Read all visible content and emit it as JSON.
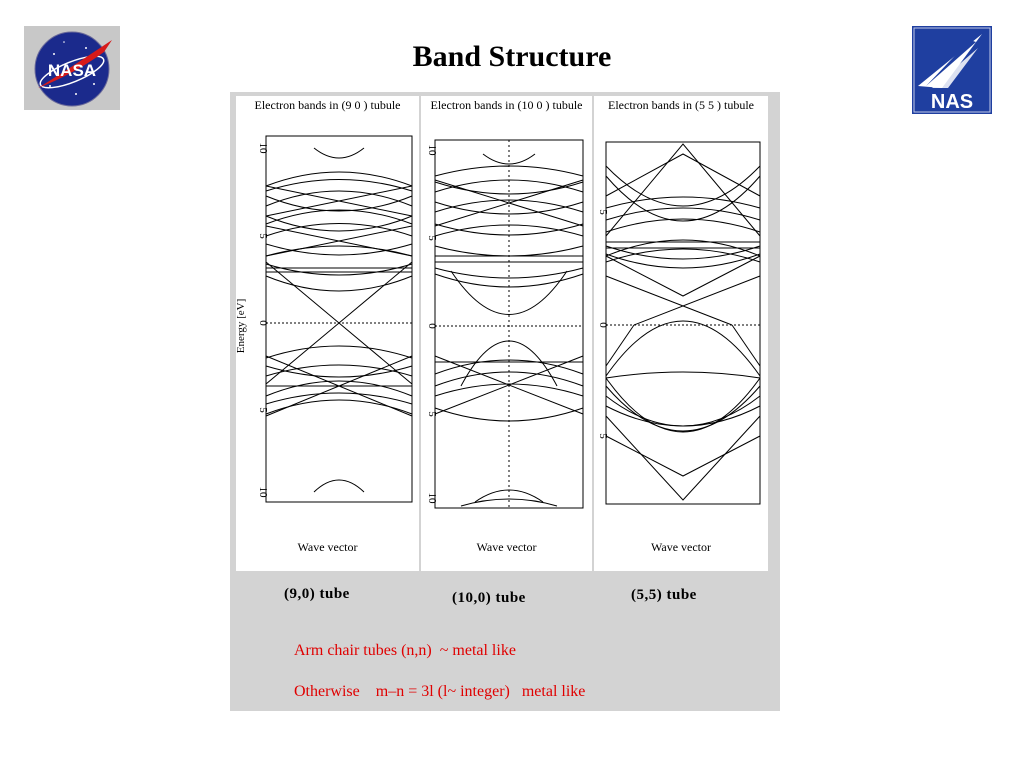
{
  "title": "Band Structure",
  "logos": {
    "left": "NASA",
    "right": "NAS"
  },
  "plots": [
    {
      "title": "Electron bands in (9 0 ) tubule",
      "xlabel": "Wave vector",
      "ylabel": "Energy [eV]",
      "yticks": [
        "10",
        "5",
        "0",
        "5",
        "10"
      ],
      "caption": "(9,0) tube"
    },
    {
      "title": "Electron bands in (10 0 ) tubule",
      "xlabel": "Wave vector",
      "ylabel": "",
      "yticks": [
        "10",
        "5",
        "0",
        "5",
        "10"
      ],
      "caption": "(10,0) tube"
    },
    {
      "title": "Electron bands in (5 5 ) tubule",
      "xlabel": "Wave vector",
      "ylabel": "",
      "yticks": [
        "5",
        "0",
        "5"
      ],
      "caption": "(5,5) tube"
    }
  ],
  "notes": {
    "line1": "Arm chair tubes (n,n)  ~ metal like",
    "line2": "Otherwise    m–n = 3l (l~ integer)   metal like"
  },
  "colors": {
    "note_text": "#e00000",
    "panel_bg": "#d3d3d3"
  }
}
